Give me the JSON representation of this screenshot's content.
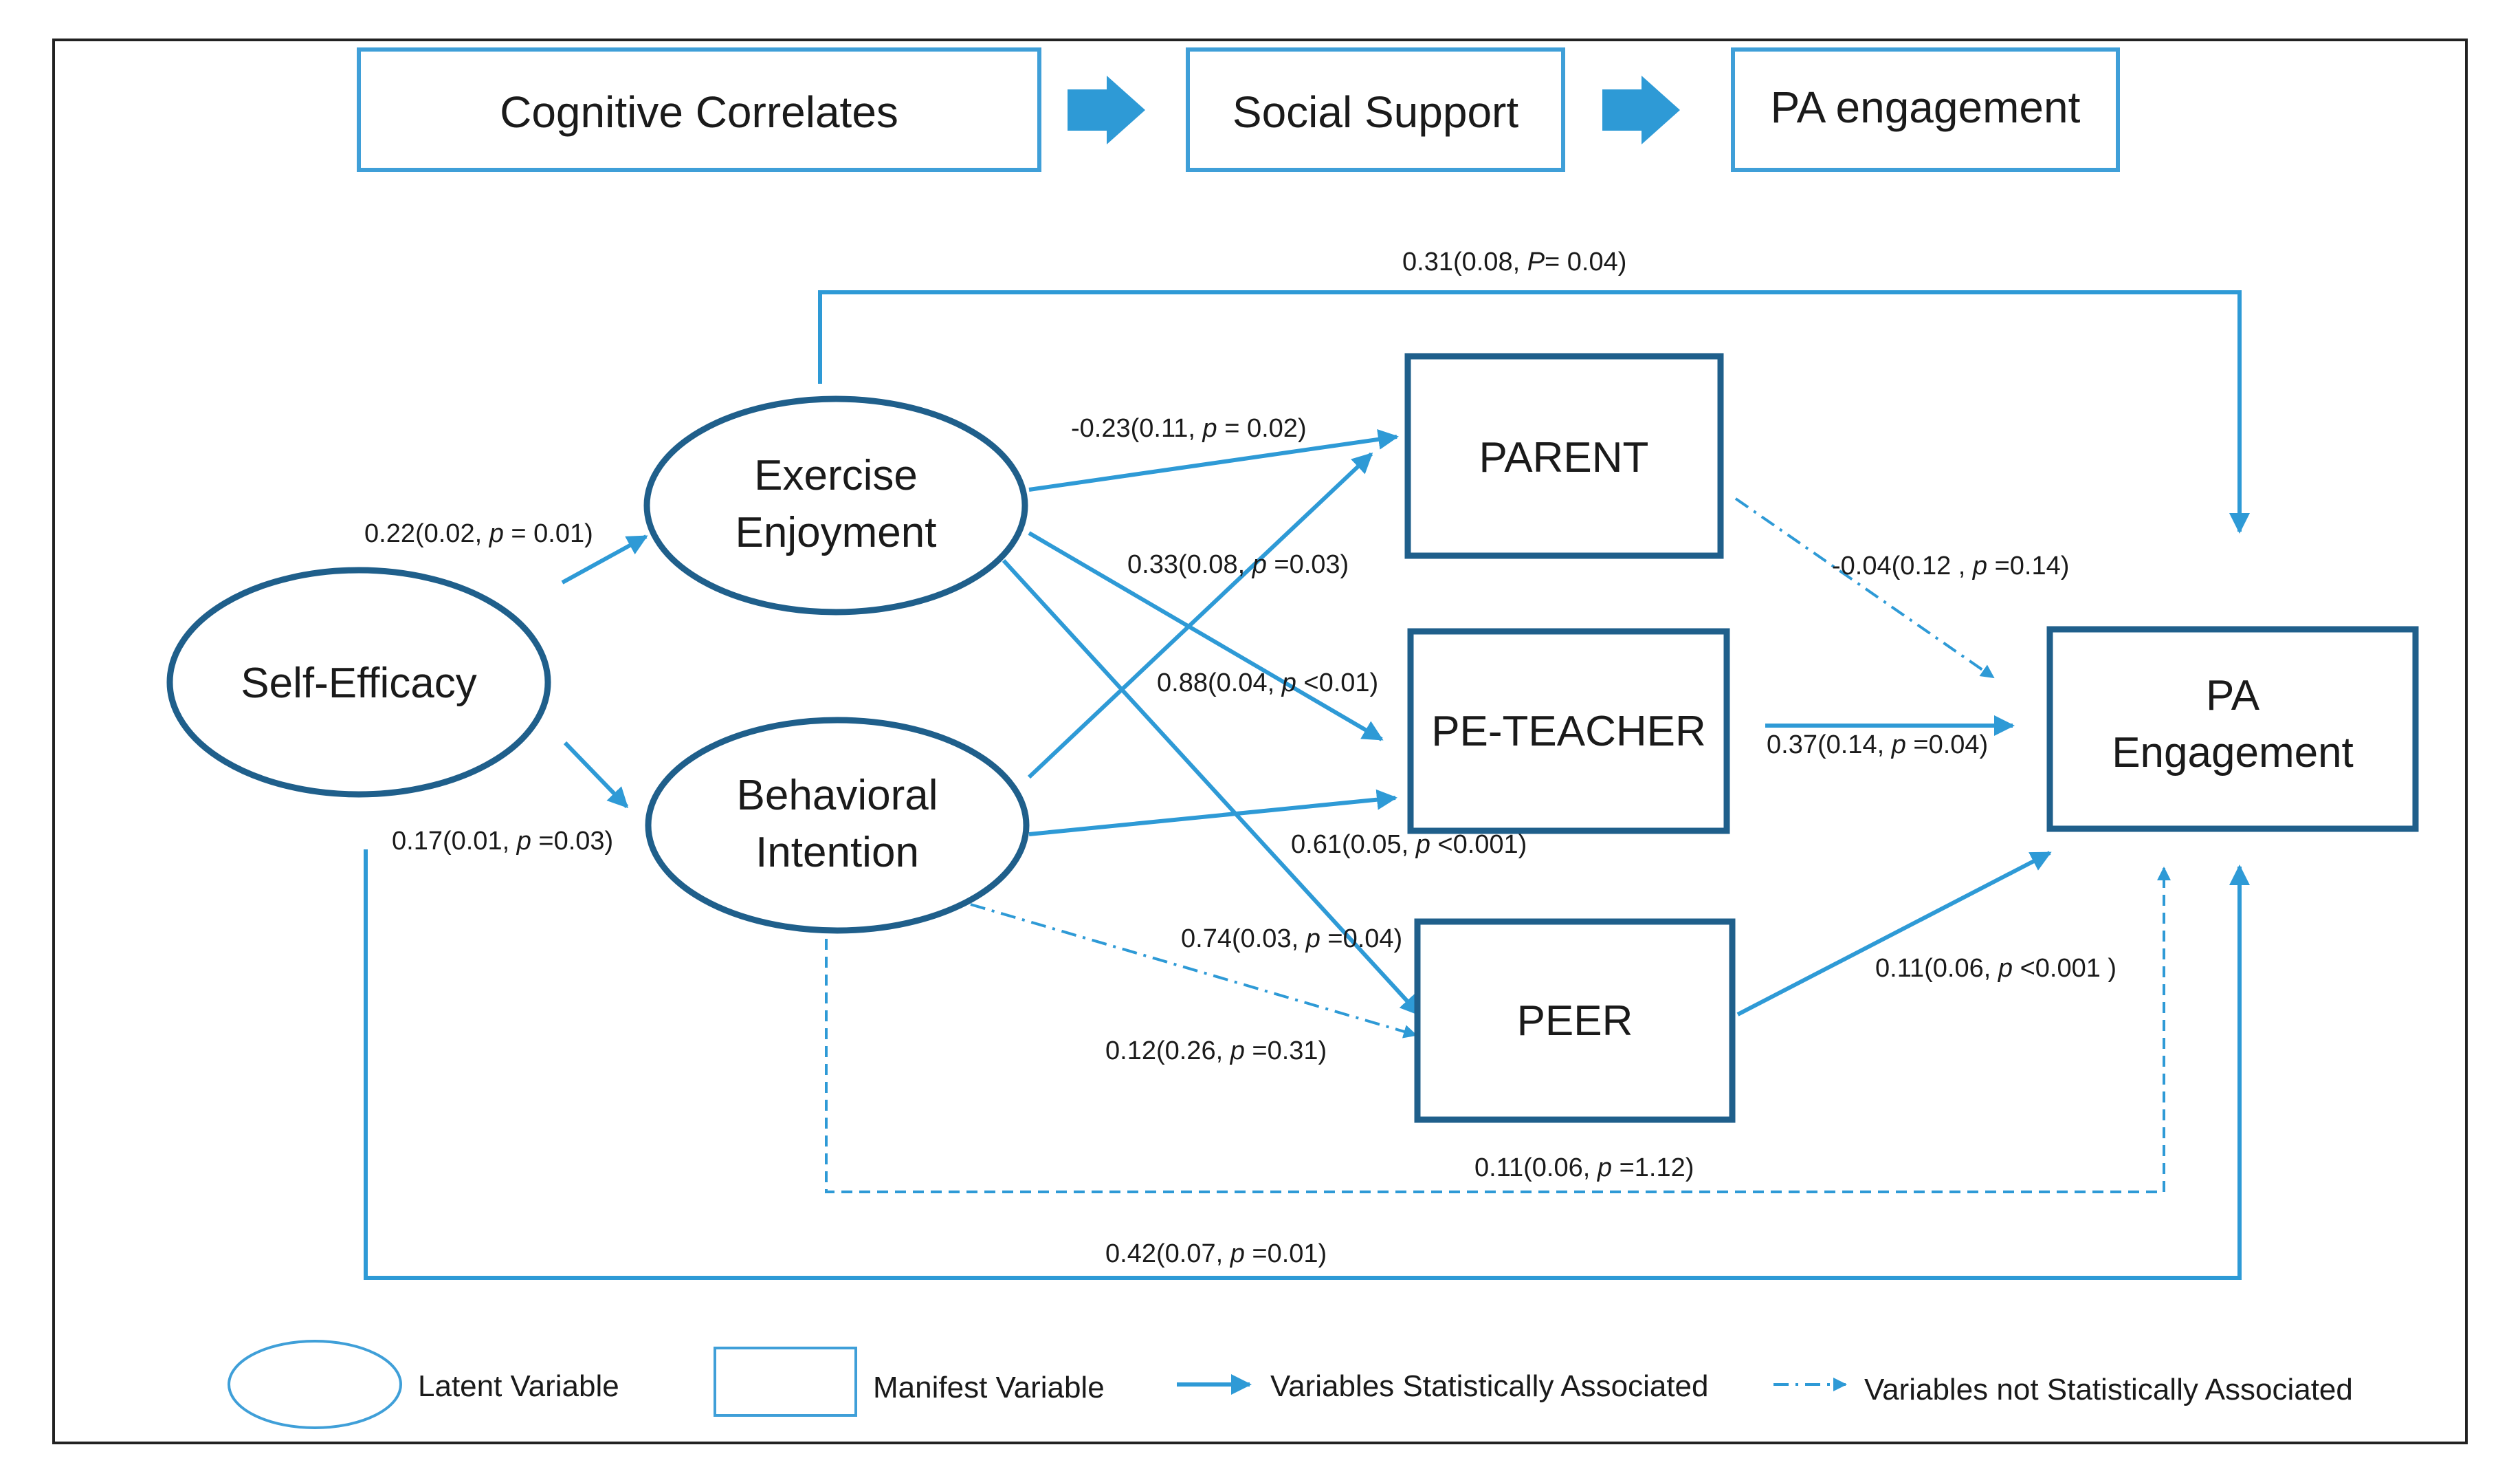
{
  "stages": [
    {
      "id": "cognitive",
      "label": "Cognitive Correlates"
    },
    {
      "id": "social",
      "label": "Social Support"
    },
    {
      "id": "pa",
      "label": "PA engagement"
    }
  ],
  "nodes": {
    "self_efficacy": {
      "lines": [
        "Self-Efficacy"
      ],
      "kind": "latent"
    },
    "exercise_enjoyment": {
      "lines": [
        "Exercise",
        "Enjoyment"
      ],
      "kind": "latent"
    },
    "behavioral_intention": {
      "lines": [
        "Behavioral",
        "Intention"
      ],
      "kind": "latent"
    },
    "parent": {
      "lines": [
        "PARENT"
      ],
      "kind": "manifest"
    },
    "pe_teacher": {
      "lines": [
        "PE-TEACHER"
      ],
      "kind": "manifest"
    },
    "peer": {
      "lines": [
        "PEER"
      ],
      "kind": "manifest"
    },
    "pa_engagement": {
      "lines": [
        "PA",
        "Engagement"
      ],
      "kind": "manifest"
    }
  },
  "edges": [
    {
      "id": "se_ee",
      "from": "self_efficacy",
      "to": "exercise_enjoyment",
      "estimate": "0.22",
      "se": "0.02",
      "p_symbol": "p",
      "p_op": " = ",
      "p_value": "0.01",
      "significant": true
    },
    {
      "id": "se_bi",
      "from": "self_efficacy",
      "to": "behavioral_intention",
      "estimate": "0.17",
      "se": "0.01",
      "p_symbol": "p",
      "p_op": " =",
      "p_value": "0.03",
      "significant": true
    },
    {
      "id": "ee_pa",
      "from": "exercise_enjoyment",
      "to": "pa_engagement",
      "estimate": "0.31",
      "se": "0.08",
      "p_symbol": "P",
      "p_op": "= ",
      "p_value": "0.04",
      "significant": true
    },
    {
      "id": "ee_parent",
      "from": "exercise_enjoyment",
      "to": "parent",
      "estimate": "-0.23",
      "se": "0.11",
      "p_symbol": "p",
      "p_op": " = ",
      "p_value": "0.02",
      "significant": true
    },
    {
      "id": "ee_pet",
      "from": "exercise_enjoyment",
      "to": "pe_teacher",
      "estimate": "0.33",
      "se": "0.08",
      "p_symbol": "p",
      "p_op": " =",
      "p_value": "0.03",
      "significant": true
    },
    {
      "id": "ee_peer",
      "from": "exercise_enjoyment",
      "to": "peer",
      "estimate": "0.88",
      "se": "0.04",
      "p_symbol": "p",
      "p_op": " <",
      "p_value": "0.01",
      "significant": true
    },
    {
      "id": "bi_parent",
      "from": "behavioral_intention",
      "to": "parent",
      "estimate": "0.74",
      "se": "0.03",
      "p_symbol": "p",
      "p_op": " =",
      "p_value": "0.04",
      "significant": true
    },
    {
      "id": "bi_pet",
      "from": "behavioral_intention",
      "to": "pe_teacher",
      "estimate": "0.61",
      "se": "0.05",
      "p_symbol": "p",
      "p_op": " <",
      "p_value": "0.001",
      "significant": true
    },
    {
      "id": "bi_peer",
      "from": "behavioral_intention",
      "to": "peer",
      "estimate": "0.12",
      "se": "0.26",
      "p_symbol": "p",
      "p_op": " =",
      "p_value": "0.31",
      "significant": false
    },
    {
      "id": "parent_pa",
      "from": "parent",
      "to": "pa_engagement",
      "estimate": "-0.04",
      "se": "0.12 ",
      "p_symbol": "p",
      "p_op": " =",
      "p_value": "0.14",
      "significant": false
    },
    {
      "id": "pet_pa",
      "from": "pe_teacher",
      "to": "pa_engagement",
      "estimate": "0.37",
      "se": "0.14",
      "p_symbol": "p",
      "p_op": " =",
      "p_value": "0.04",
      "significant": true
    },
    {
      "id": "peer_pa",
      "from": "peer",
      "to": "pa_engagement",
      "estimate": "0.11",
      "se": "0.06",
      "p_symbol": "p",
      "p_op": " <",
      "p_value": "0.001 ",
      "significant": true
    },
    {
      "id": "bi_pa",
      "from": "behavioral_intention",
      "to": "pa_engagement",
      "estimate": "0.11",
      "se": "0.06",
      "p_symbol": "p",
      "p_op": " =",
      "p_value": "1.12",
      "significant": false
    },
    {
      "id": "se_pa",
      "from": "self_efficacy",
      "to": "pa_engagement",
      "estimate": "0.42",
      "se": "0.07",
      "p_symbol": "p",
      "p_op": " =",
      "p_value": "0.01",
      "significant": true
    }
  ],
  "legend": {
    "latent": "Latent Variable",
    "manifest": "Manifest Variable",
    "associated": "Variables Statistically Associated",
    "not_associated": "Variables not Statistically Associated"
  },
  "colors": {
    "accent": "#2e9ad6",
    "node_stroke": "#1f5f8b",
    "stage_stroke": "#3f9fd8",
    "frame": "#222222",
    "text": "#1a1a1a"
  }
}
